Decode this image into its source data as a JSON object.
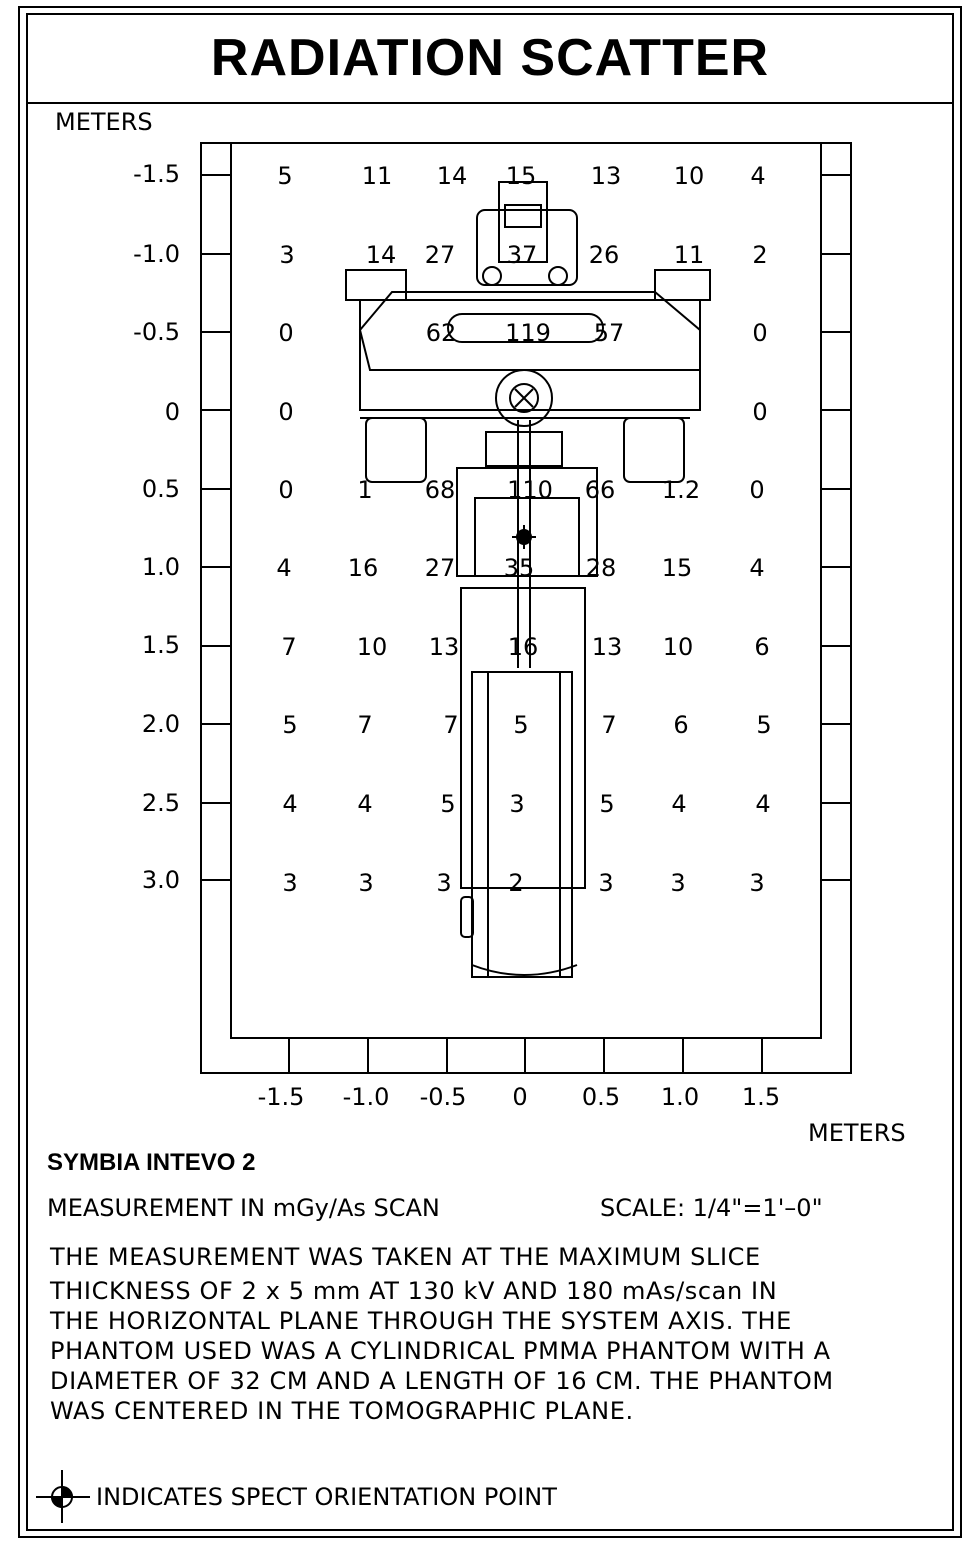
{
  "title": "RADIATION SCATTER",
  "y_unit": "METERS",
  "x_unit": "METERS",
  "y_ticks": [
    "-1.5",
    "-1.0",
    "-0.5",
    "0",
    "0.5",
    "1.0",
    "1.5",
    "2.0",
    "2.5",
    "3.0"
  ],
  "x_ticks": [
    "-1.5",
    "-1.0",
    "-0.5",
    "0",
    "0.5",
    "1.0",
    "1.5"
  ],
  "grid_rows": [
    {
      "y": "-1.5",
      "values": [
        "5",
        "11",
        "14",
        "15",
        "13",
        "10",
        "4"
      ]
    },
    {
      "y": "-1.0",
      "values": [
        "3",
        "14",
        "27",
        "37",
        "26",
        "11",
        "2"
      ]
    },
    {
      "y": "-0.5",
      "values": [
        "0",
        "",
        "62",
        "119",
        "57",
        "",
        "0"
      ]
    },
    {
      "y": "0",
      "values": [
        "0",
        "",
        "",
        "",
        "",
        "",
        "0"
      ]
    },
    {
      "y": "0.5",
      "values": [
        "0",
        "1",
        "68",
        "110",
        "66",
        "1.2",
        "0"
      ]
    },
    {
      "y": "1.0",
      "values": [
        "4",
        "16",
        "27",
        "35",
        "28",
        "15",
        "4"
      ]
    },
    {
      "y": "1.5",
      "values": [
        "7",
        "10",
        "13",
        "16",
        "13",
        "10",
        "6"
      ]
    },
    {
      "y": "2.0",
      "values": [
        "5",
        "7",
        "7",
        "5",
        "7",
        "6",
        "5"
      ]
    },
    {
      "y": "2.5",
      "values": [
        "4",
        "4",
        "5",
        "3",
        "5",
        "4",
        "4"
      ]
    },
    {
      "y": "3.0",
      "values": [
        "3",
        "3",
        "3",
        "2",
        "3",
        "3",
        "3"
      ]
    }
  ],
  "model": "SYMBIA INTEVO 2",
  "measurement_unit": "MEASUREMENT IN mGy/As SCAN",
  "scale": "SCALE: 1/4\"=1'–0\"",
  "description": [
    "THE MEASUREMENT WAS TAKEN AT THE MAXIMUM SLICE",
    "THICKNESS OF 2 x 5 mm AT 130 kV AND 180 mAs/scan IN",
    "THE HORIZONTAL PLANE THROUGH THE SYSTEM AXIS. THE",
    "PHANTOM USED WAS A CYLINDRICAL PMMA PHANTOM WITH A",
    "DIAMETER OF 32 CM AND A LENGTH OF 16 CM. THE PHANTOM",
    "WAS CENTERED IN THE TOMOGRAPHIC PLANE."
  ],
  "legend_text": "INDICATES SPECT ORIENTATION POINT",
  "icons": {
    "legend_symbol": "spect-orientation-point-icon"
  }
}
